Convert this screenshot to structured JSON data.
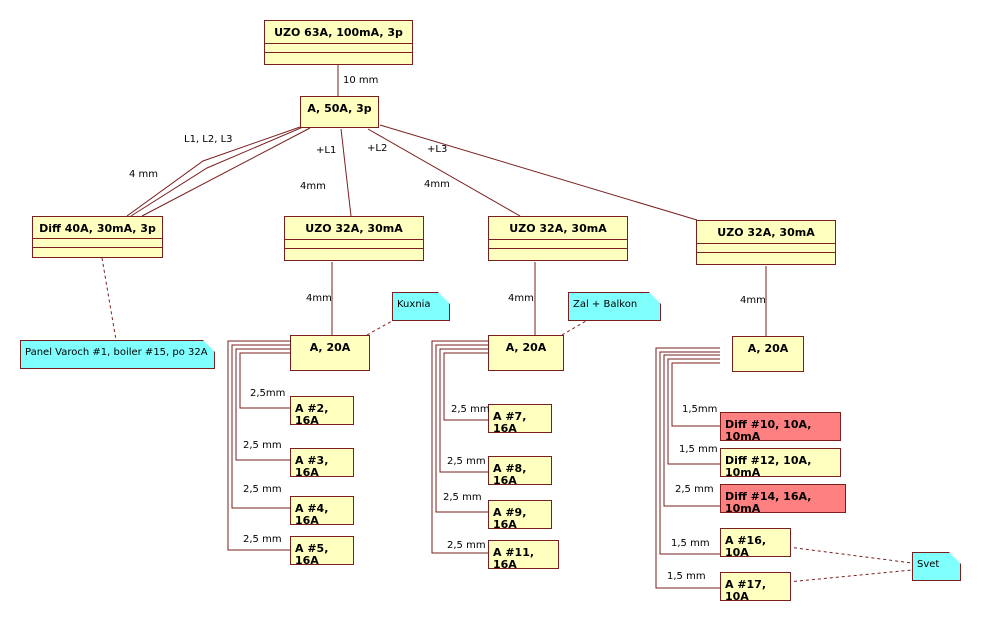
{
  "diagram": {
    "type": "electrical-panel-wiring",
    "colors": {
      "box_fill": "#ffffc0",
      "box_fill_alert": "#ff8080",
      "note_fill": "#80ffff",
      "line": "#7a1f1f"
    },
    "boxes": {
      "uzo_main": "UZO 63A, 100mA, 3p",
      "a_main": "A, 50A, 3p",
      "diff_3p": "Diff 40A, 30mA, 3p",
      "uzo_1": "UZO 32A, 30mA",
      "uzo_2": "UZO 32A, 30mA",
      "uzo_3": "UZO 32A, 30mA",
      "a20_1": "A, 20A",
      "a20_2": "A, 20A",
      "a20_3": "A, 20A",
      "a2": "A #2, 16A",
      "a3": "A #3, 16A",
      "a4": "A #4, 16A",
      "a5": "A #5, 16A",
      "a7": "A #7, 16A",
      "a8": "A #8, 16A",
      "a9": "A #9, 16A",
      "a11": "A #11, 16A",
      "diff10": "Diff #10, 10A, 10mA",
      "diff12": "Diff #12, 10A, 10mA",
      "diff14": "Diff #14, 16A, 10mA",
      "a16": "A #16, 10A",
      "a17": "A #17, 10A"
    },
    "notes": {
      "panel": "Panel Varoch #1, boiler #15, po 32A",
      "kuxnia": "Kuxnia",
      "zal": "Zal + Balkon",
      "svet": "Svet"
    },
    "labels": {
      "main_link": "10 mm",
      "phases_3p": "L1, L2, L3",
      "diff_link": "4 mm",
      "pl1": "+L1",
      "pl2": "+L2",
      "pl3": "+L3",
      "uzo1_link": "4mm",
      "uzo2_link": "4mm",
      "uzo1_down": "4mm",
      "uzo2_down": "4mm",
      "uzo3_down": "4mm",
      "a2_link": "2,5mm",
      "a3_link": "2,5 mm",
      "a4_link": "2,5 mm",
      "a5_link": "2,5 mm",
      "a7_link": "2,5 mm",
      "a8_link": "2,5 mm",
      "a9_link": "2,5 mm",
      "a11_link": "2,5 mm",
      "diff10_link": "1,5mm",
      "diff12_link": "1,5 mm",
      "diff14_link": "2,5 mm",
      "a16_link": "1,5 mm",
      "a17_link": "1,5 mm"
    }
  }
}
